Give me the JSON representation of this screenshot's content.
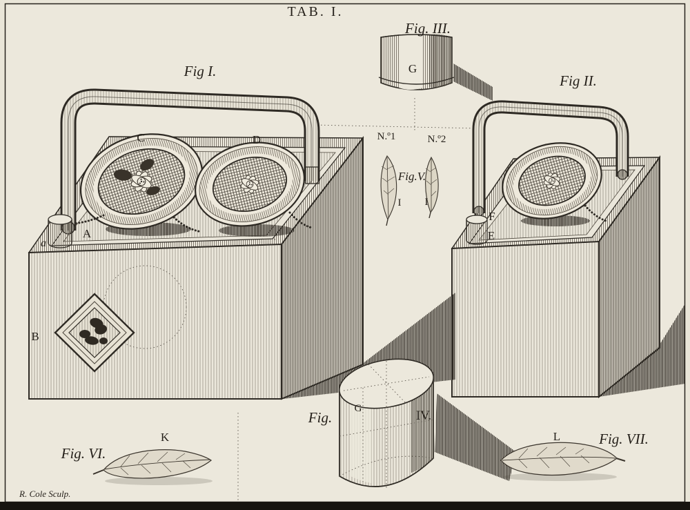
{
  "plate": {
    "title": "TAB. I.",
    "signature": "R. Cole Sculp.",
    "ink_color": "#2e2a24",
    "paper_color": "#e9e5d8"
  },
  "figures": {
    "fig1": {
      "label": "Fig I.",
      "parts": {
        "a": "a",
        "A": "A",
        "B": "B",
        "C": "C",
        "D": "D"
      }
    },
    "fig2": {
      "label": "Fig II.",
      "parts": {
        "E": "E",
        "F": "F"
      }
    },
    "fig3": {
      "label": "Fig. III.",
      "parts": {
        "G": "G"
      }
    },
    "fig4": {
      "label_fig": "Fig.",
      "label_num": "IV.",
      "parts": {
        "G": "G"
      }
    },
    "fig5": {
      "label": "Fig.V.",
      "no1": "N.º1",
      "no2": "N.º2",
      "parts": {
        "I1": "I",
        "I2": "I"
      }
    },
    "fig6": {
      "label": "Fig. VI.",
      "parts": {
        "K": "K"
      }
    },
    "fig7": {
      "label": "Fig. VII.",
      "parts": {
        "L": "L"
      }
    }
  }
}
